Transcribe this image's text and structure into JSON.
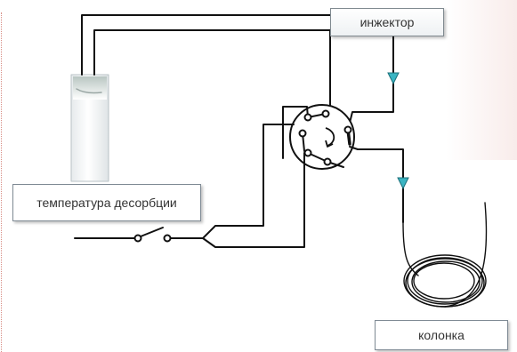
{
  "labels": {
    "injector": "инжектор",
    "desorption_temperature": "температура десорбции",
    "column": "колонка"
  },
  "colors": {
    "wire": "#111111",
    "flow_arrow": "#3bb5c3",
    "label_border": "#7f8a94",
    "label_text": "#333333"
  },
  "icons": {
    "flow_arrow": "down-triangle-icon",
    "valve_rotation": "rotation-arrow-icon",
    "switch": "switch-icon"
  }
}
